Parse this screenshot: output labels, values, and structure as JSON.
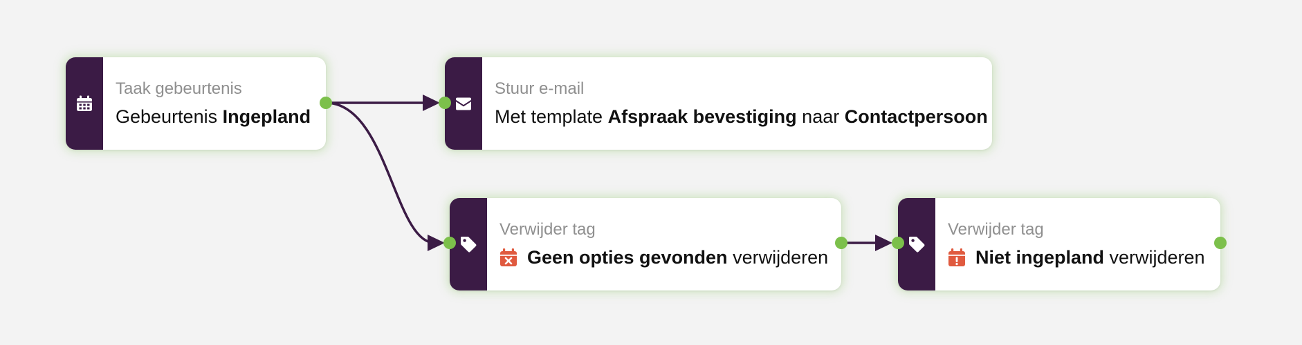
{
  "colors": {
    "background": "#f3f3f3",
    "node_side": "#3b1b45",
    "port": "#7cc04b",
    "connector": "#3b1b45",
    "warning_icon": "#e05a3f",
    "type_text": "#8f8f8f"
  },
  "nodes": [
    {
      "id": "trigger",
      "icon": "calendar-icon",
      "type": "Taak gebeurtenis",
      "desc_prefix": "Gebeurtenis ",
      "desc_bold1": "Ingepland"
    },
    {
      "id": "send-email",
      "icon": "envelope-icon",
      "type": "Stuur e-mail",
      "desc_prefix": "Met template ",
      "desc_bold1": "Afspraak bevestiging",
      "desc_mid": " naar ",
      "desc_bold2": "Contactpersoon"
    },
    {
      "id": "remove-tag-1",
      "icon": "tag-icon",
      "type": "Verwijder tag",
      "inline_icon": "calendar-x-icon",
      "desc_bold1": "Geen opties gevonden",
      "desc_suffix": " verwijderen"
    },
    {
      "id": "remove-tag-2",
      "icon": "tag-icon",
      "type": "Verwijder tag",
      "inline_icon": "calendar-exclamation-icon",
      "desc_bold1": "Niet ingepland",
      "desc_suffix": " verwijderen"
    }
  ],
  "connections": [
    {
      "from": "trigger",
      "to": "send-email"
    },
    {
      "from": "trigger",
      "to": "remove-tag-1"
    },
    {
      "from": "remove-tag-1",
      "to": "remove-tag-2"
    }
  ]
}
